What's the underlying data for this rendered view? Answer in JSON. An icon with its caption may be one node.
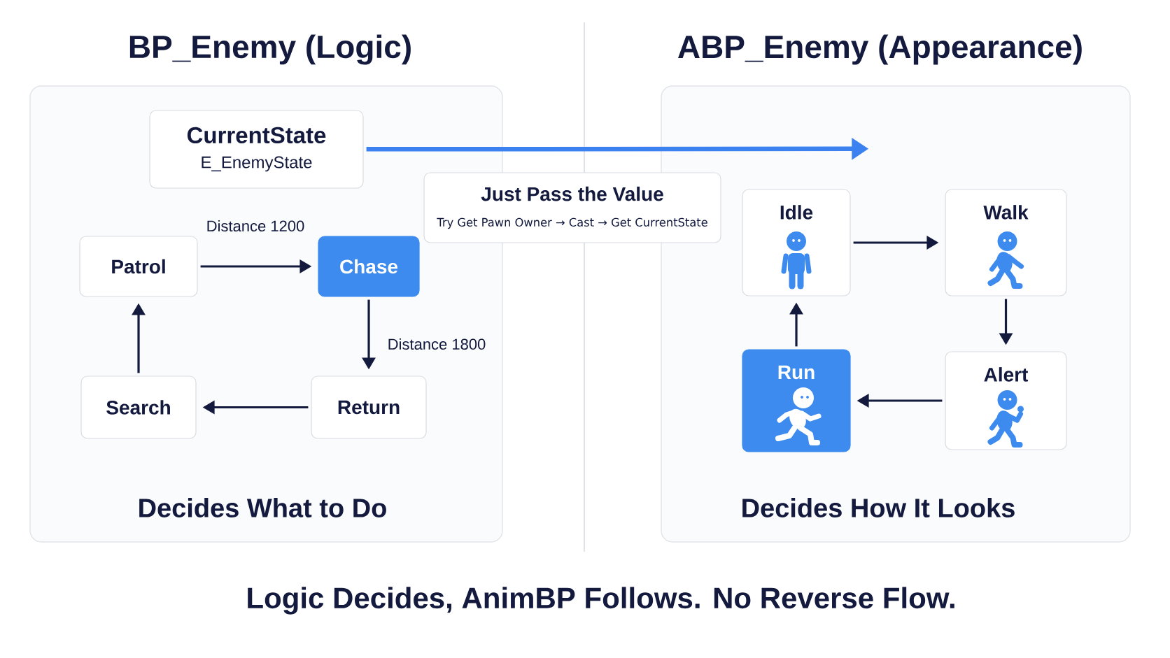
{
  "diagram": {
    "caption": "Logic Decides, AnimBP Follows. No Reverse Flow.",
    "nodes": [
      {
        "text": [
          "BP_Enemy (Logic)",
          "Decides What to Do"
        ]
      },
      {
        "text": [
          "CurrentState",
          "E_EnemyState"
        ],
        "in": 0
      },
      {
        "text": [
          "Patrol"
        ],
        "in": 0
      },
      {
        "text": [
          "Chase"
        ],
        "in": 0
      },
      {
        "text": [
          "Search"
        ],
        "in": 0
      },
      {
        "text": [
          "Return"
        ],
        "in": 0
      },
      {
        "text": [
          "Just Pass the Value",
          "Try Get Pawn Owner → Cast → Get CurrentState"
        ]
      },
      {
        "text": [
          "ABP_Enemy (Appearance)",
          "Decides How It Looks"
        ]
      },
      {
        "text": [
          "Idle"
        ],
        "in": 7
      },
      {
        "text": [
          "Walk"
        ],
        "in": 7
      },
      {
        "text": [
          "Run"
        ],
        "in": 7
      },
      {
        "text": [
          "Alert"
        ],
        "in": 7
      }
    ],
    "edges": [
      {
        "from": 1,
        "to": 7,
        "arrow": "to",
        "style": "thick",
        "color": "#3b82f0"
      },
      {
        "from": 2,
        "to": 3,
        "arrow": "to",
        "label": "Distance 1200"
      },
      {
        "from": 3,
        "to": 5,
        "arrow": "to",
        "label": "Distance 1800"
      },
      {
        "from": 5,
        "to": 4,
        "arrow": "to"
      },
      {
        "from": 4,
        "to": 2,
        "arrow": "to"
      },
      {
        "from": 8,
        "to": 9,
        "arrow": "to"
      },
      {
        "from": 9,
        "to": 11,
        "arrow": "to"
      },
      {
        "from": 11,
        "to": 10,
        "arrow": "to"
      },
      {
        "from": 10,
        "to": 8,
        "arrow": "to"
      }
    ]
  }
}
